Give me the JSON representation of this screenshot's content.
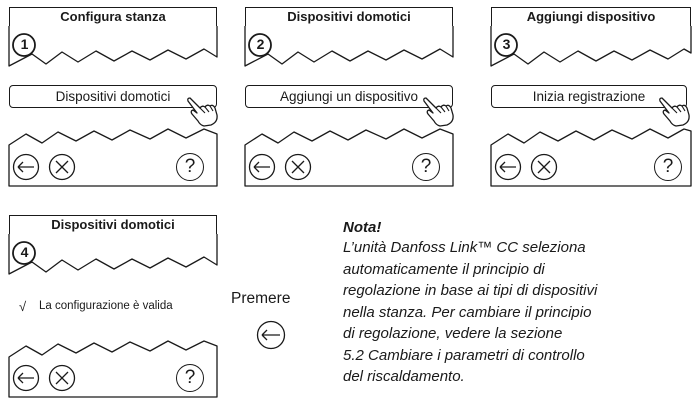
{
  "panels": [
    {
      "title": "Configura stanza",
      "step": "1",
      "action": "Dispositivi domotici"
    },
    {
      "title": "Dispositivi domotici",
      "step": "2",
      "action": "Aggiungi un dispositivo"
    },
    {
      "title": "Aggiungi dispositivo",
      "step": "3",
      "action": "Inizia registrazione"
    },
    {
      "title": "Dispositivi domotici",
      "step": "4",
      "status": "La configurazione è valida",
      "status_mark": "√"
    }
  ],
  "footer_icons": [
    "back-arrow-icon",
    "close-x-icon",
    "help-question-icon"
  ],
  "help_glyph": "?",
  "premere": {
    "label": "Premere",
    "icon": "back-arrow-icon"
  },
  "note": {
    "title": "Nota!",
    "lines": [
      "L’unità Danfoss Link™ CC seleziona",
      "automaticamente il principio di",
      "regolazione in base ai tipi di dispositivi",
      "nella stanza. Per cambiare il principio",
      "di regolazione, vedere la sezione",
      "5.2 Cambiare i parametri di controllo",
      "del riscaldamento."
    ]
  },
  "colors": {
    "ink": "#1a1a1a",
    "background": "#ffffff"
  }
}
